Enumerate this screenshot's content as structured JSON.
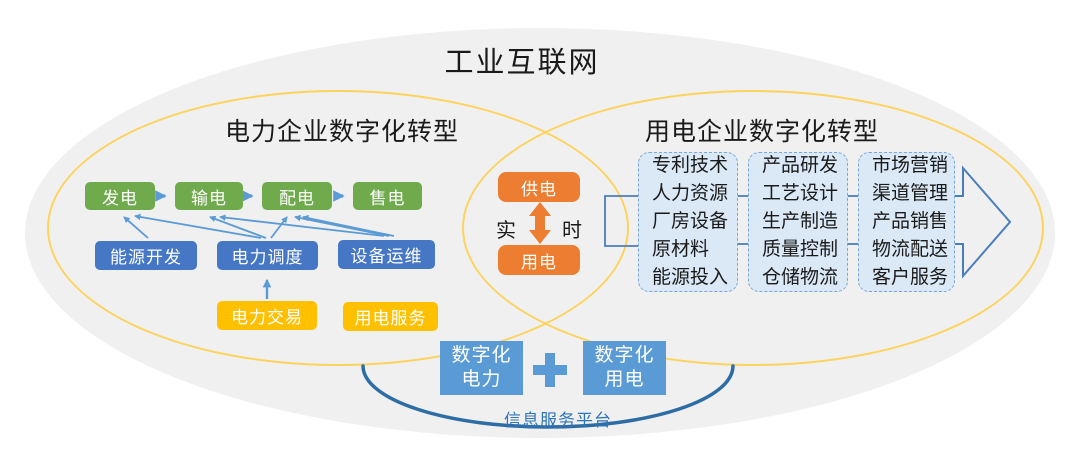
{
  "diagram_title": "工业互联网",
  "power_enterprise": {
    "title": "电力企业数字化转型",
    "value_chain": [
      "发电",
      "输电",
      "配电",
      "售电"
    ],
    "support_functions": [
      "能源开发",
      "电力调度",
      "设备运维"
    ],
    "market_services": [
      "电力交易",
      "用电服务"
    ]
  },
  "realtime_link": {
    "supply": "供电",
    "demand": "用电",
    "label_left": "实",
    "label_right": "时"
  },
  "consumer_enterprise": {
    "title": "用电企业数字化转型",
    "stages": [
      {
        "lines": [
          "专利技术",
          "人力资源",
          "厂房设备",
          "原材料",
          "能源投入"
        ]
      },
      {
        "lines": [
          "产品研发",
          "工艺设计",
          "生产制造",
          "质量控制",
          "仓储物流"
        ]
      },
      {
        "lines": [
          "市场营销",
          "渠道管理",
          "产品销售",
          "物流配送",
          "客户服务"
        ]
      }
    ]
  },
  "platform": {
    "digital_power": {
      "line1": "数字化",
      "line2": "电力"
    },
    "plus": "+",
    "digital_consumption": {
      "line1": "数字化",
      "line2": "用电"
    },
    "label": "信息服务平台"
  },
  "colors": {
    "chain_green": "#6faa4d",
    "support_blue": "#4577c4",
    "market_yellow": "#ffc000",
    "link_orange": "#ed7d31",
    "platform_blue": "#5b9bd5",
    "stage_fill": "#dbe9f7",
    "stage_border": "#7ba7d7",
    "ellipse_yellow": "#fdd35c",
    "background_gray": "#f0f0f1",
    "connector_blue": "#4a7ebb",
    "arc_blue": "#2e6da4"
  }
}
